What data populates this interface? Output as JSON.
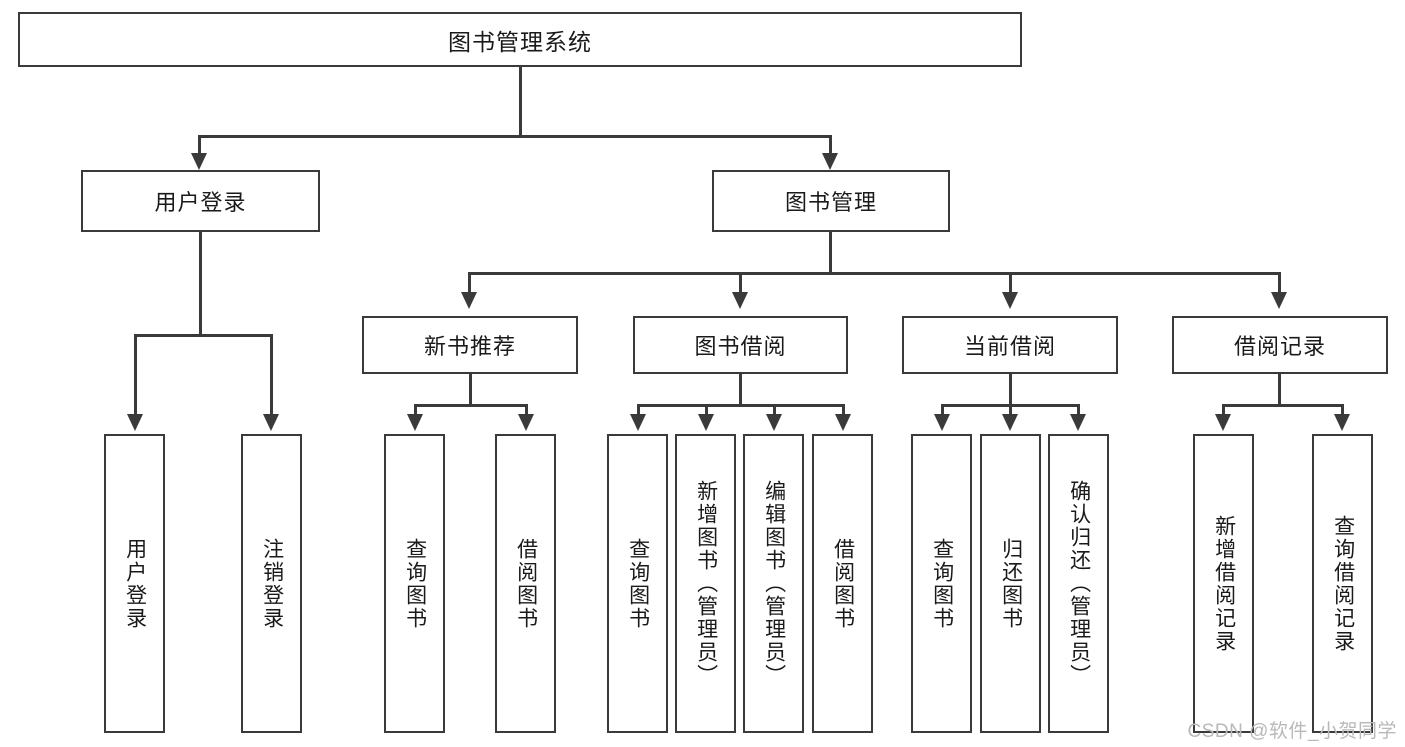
{
  "diagram": {
    "type": "hierarchy-tree",
    "title": "图书管理系统",
    "watermark": "CSDN @软件_小贺同学",
    "colors": {
      "stroke": "#3a3a3a",
      "fill": "#ffffff",
      "text": "#1a1a1a",
      "watermark": "#b9b9b9"
    },
    "levels": {
      "root": "图书管理系统",
      "level2": [
        "用户登录",
        "图书管理"
      ],
      "level3": [
        "新书推荐",
        "图书借阅",
        "当前借阅",
        "借阅记录"
      ]
    },
    "nodes": {
      "root": {
        "label": "图书管理系统"
      },
      "user_login": {
        "label": "用户登录"
      },
      "book_manage": {
        "label": "图书管理"
      },
      "new_book_rec": {
        "label": "新书推荐"
      },
      "book_borrow": {
        "label": "图书借阅"
      },
      "current_borrow": {
        "label": "当前借阅"
      },
      "borrow_record": {
        "label": "借阅记录"
      },
      "leaf_user_login": {
        "label": "用户登录"
      },
      "leaf_logout": {
        "label": "注销登录"
      },
      "leaf_query_book_1": {
        "label": "查询图书"
      },
      "leaf_borrow_book_1": {
        "label": "借阅图书"
      },
      "leaf_query_book_2": {
        "label": "查询图书"
      },
      "leaf_add_book": {
        "label": "新增图书（管理员）"
      },
      "leaf_edit_book": {
        "label": "编辑图书（管理员）"
      },
      "leaf_borrow_book_2": {
        "label": "借阅图书"
      },
      "leaf_query_book_3": {
        "label": "查询图书"
      },
      "leaf_return_book": {
        "label": "归还图书"
      },
      "leaf_confirm_return": {
        "label": "确认归还（管理员）"
      },
      "leaf_add_record": {
        "label": "新增借阅记录"
      },
      "leaf_query_record": {
        "label": "查询借阅记录"
      }
    },
    "edges": [
      {
        "from": "root",
        "to": "用户登录"
      },
      {
        "from": "root",
        "to": "图书管理"
      },
      {
        "from": "用户登录",
        "to": "用户登录(叶)"
      },
      {
        "from": "用户登录",
        "to": "注销登录"
      },
      {
        "from": "图书管理",
        "to": "新书推荐"
      },
      {
        "from": "图书管理",
        "to": "图书借阅"
      },
      {
        "from": "图书管理",
        "to": "当前借阅"
      },
      {
        "from": "图书管理",
        "to": "借阅记录"
      },
      {
        "from": "新书推荐",
        "to": "查询图书"
      },
      {
        "from": "新书推荐",
        "to": "借阅图书"
      },
      {
        "from": "图书借阅",
        "to": "查询图书"
      },
      {
        "from": "图书借阅",
        "to": "新增图书（管理员）"
      },
      {
        "from": "图书借阅",
        "to": "编辑图书（管理员）"
      },
      {
        "from": "图书借阅",
        "to": "借阅图书"
      },
      {
        "from": "当前借阅",
        "to": "查询图书"
      },
      {
        "from": "当前借阅",
        "to": "归还图书"
      },
      {
        "from": "当前借阅",
        "to": "确认归还（管理员）"
      },
      {
        "from": "借阅记录",
        "to": "新增借阅记录"
      },
      {
        "from": "借阅记录",
        "to": "查询借阅记录"
      }
    ]
  }
}
